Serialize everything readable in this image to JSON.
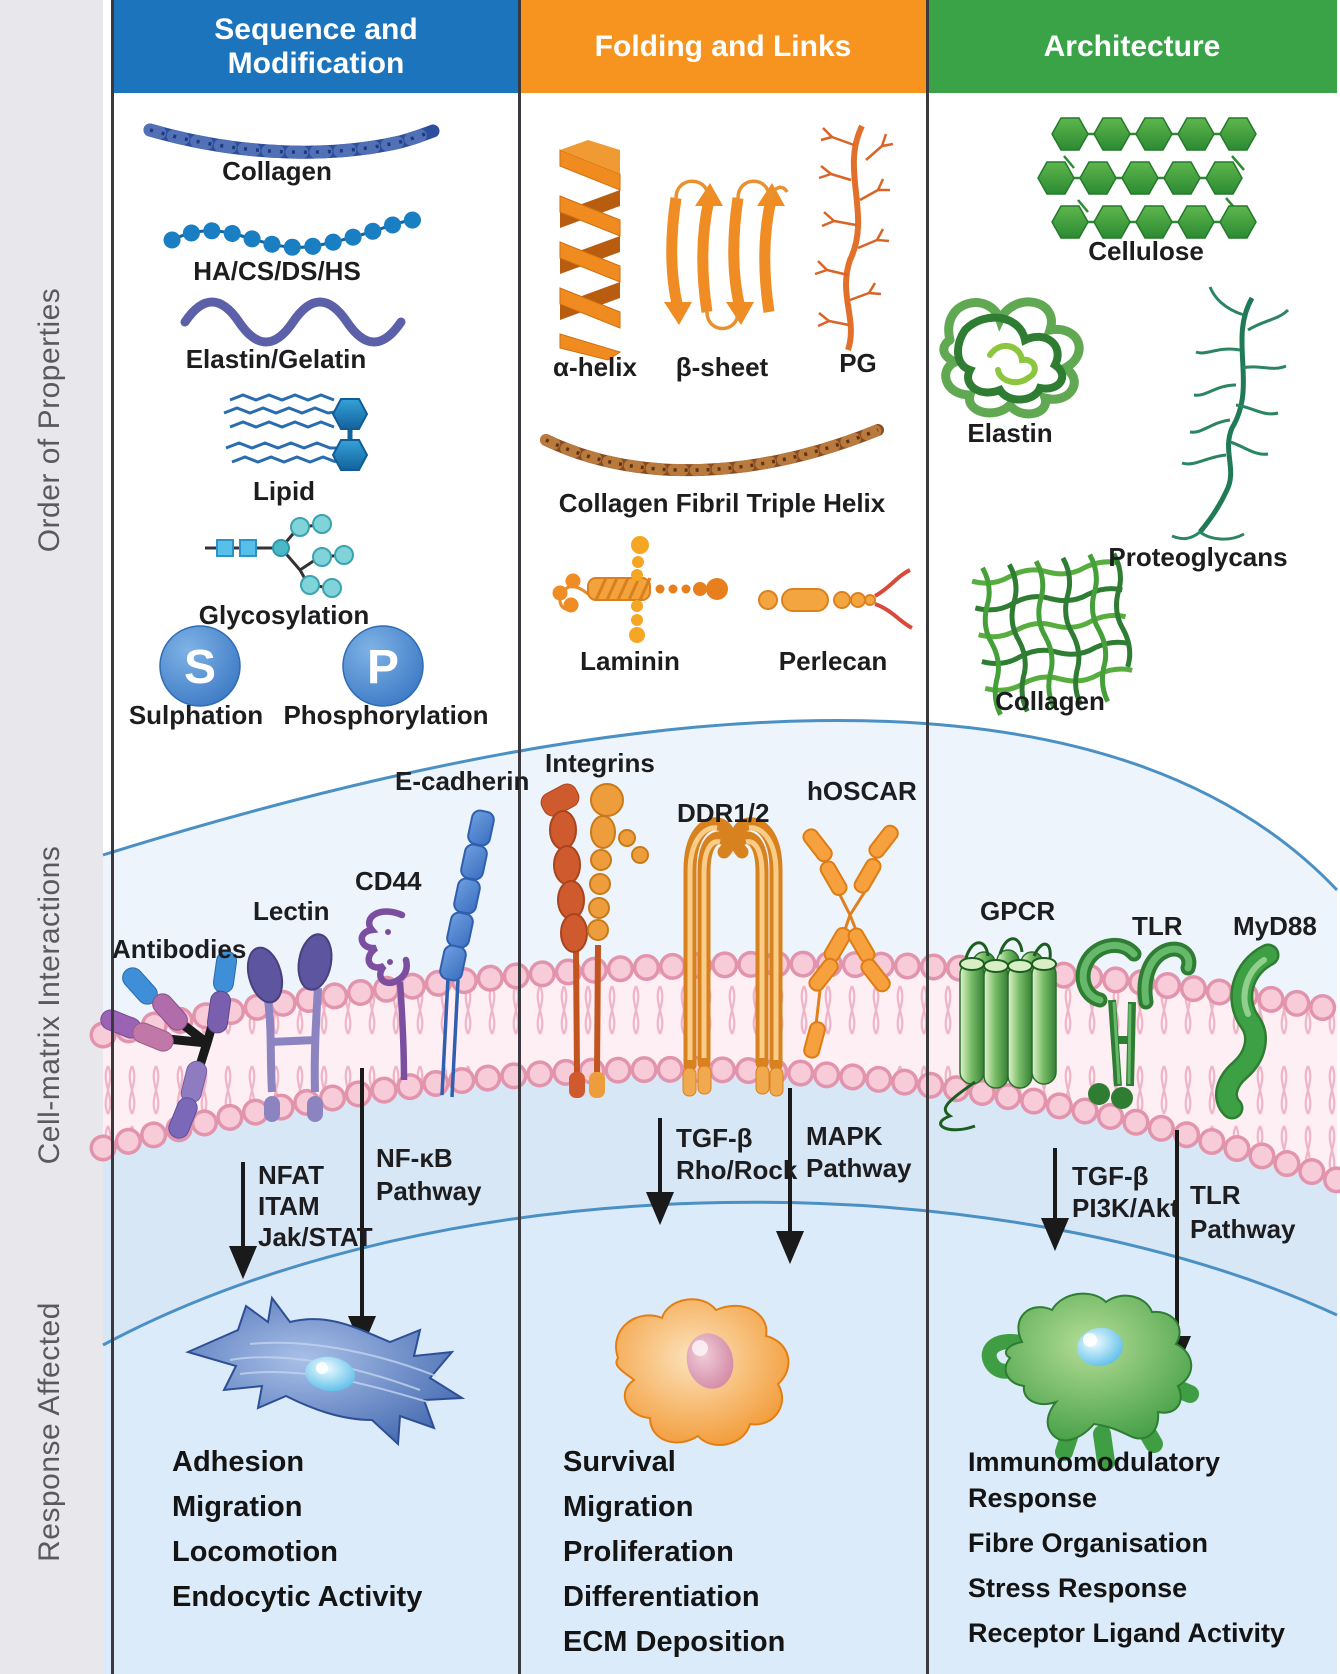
{
  "sidebar": {
    "row_labels": [
      "Order of Properties",
      "Cell-matrix Interactions",
      "Response Affected"
    ]
  },
  "headers": [
    {
      "label": "Sequence and Modification",
      "color": "#1c75bc"
    },
    {
      "label": "Folding and Links",
      "color": "#f79420"
    },
    {
      "label": "Architecture",
      "color": "#3aa348"
    }
  ],
  "properties": {
    "col1": {
      "collagen": "Collagen",
      "glycans": "HA/CS/DS/HS",
      "elastin_gelatin": "Elastin/Gelatin",
      "lipid": "Lipid",
      "glycosylation": "Glycosylation",
      "sulphation": "Sulphation",
      "sulphation_symbol": "S",
      "phosphorylation": "Phosphorylation",
      "phosphorylation_symbol": "P"
    },
    "col2": {
      "alpha_helix": "α-helix",
      "beta_sheet": "β-sheet",
      "pg": "PG",
      "collagen_fibril": "Collagen Fibril Triple Helix",
      "laminin": "Laminin",
      "perlecan": "Perlecan"
    },
    "col3": {
      "cellulose": "Cellulose",
      "elastin": "Elastin",
      "proteoglycans": "Proteoglycans",
      "collagen": "Collagen"
    }
  },
  "receptors": {
    "col1": {
      "antibodies": "Antibodies",
      "lectin": "Lectin",
      "cd44": "CD44",
      "e_cadherin": "E-cadherin"
    },
    "col2": {
      "integrins": "Integrins",
      "ddr": "DDR1/2",
      "hoscar": "hOSCAR"
    },
    "col3": {
      "gpcr": "GPCR",
      "tlr": "TLR",
      "myd88": "MyD88"
    }
  },
  "pathways": {
    "col1": {
      "p1_line1": "NFAT",
      "p1_line2": "ITAM",
      "p1_line3": "Jak/STAT",
      "p2_line1": "NF-κB",
      "p2_line2": "Pathway"
    },
    "col2": {
      "p1_line1": "TGF-β",
      "p1_line2": "Rho/Rock",
      "p2_line1": "MAPK",
      "p2_line2": "Pathway"
    },
    "col3": {
      "p1_line1": "TGF-β",
      "p1_line2": "PI3K/Akt",
      "p2_line1": "TLR",
      "p2_line2": "Pathway"
    }
  },
  "responses": {
    "col1": [
      "Adhesion",
      "Migration",
      "Locomotion",
      "Endocytic Activity"
    ],
    "col2": [
      "Survival",
      "Migration",
      "Proliferation",
      "Differentiation",
      "ECM Deposition"
    ],
    "col3": [
      "Immunomodulatory Response",
      "Fibre Organisation",
      "Stress Response",
      "Receptor Ligand Activity"
    ]
  },
  "colors": {
    "header_blue": "#1c75bc",
    "header_orange": "#f79420",
    "header_green": "#3aa348",
    "sidebar_bg": "#e8e8ec",
    "membrane_pink": "#f8cbd9",
    "membrane_rim": "#e294ad",
    "extracellular_tint": "#edf4fb",
    "cytoplasm_tint": "#d7e7f6",
    "response_tint": "#dcebf9",
    "arc_blue": "#4a90c4",
    "text_dark": "#1d1d1f"
  }
}
